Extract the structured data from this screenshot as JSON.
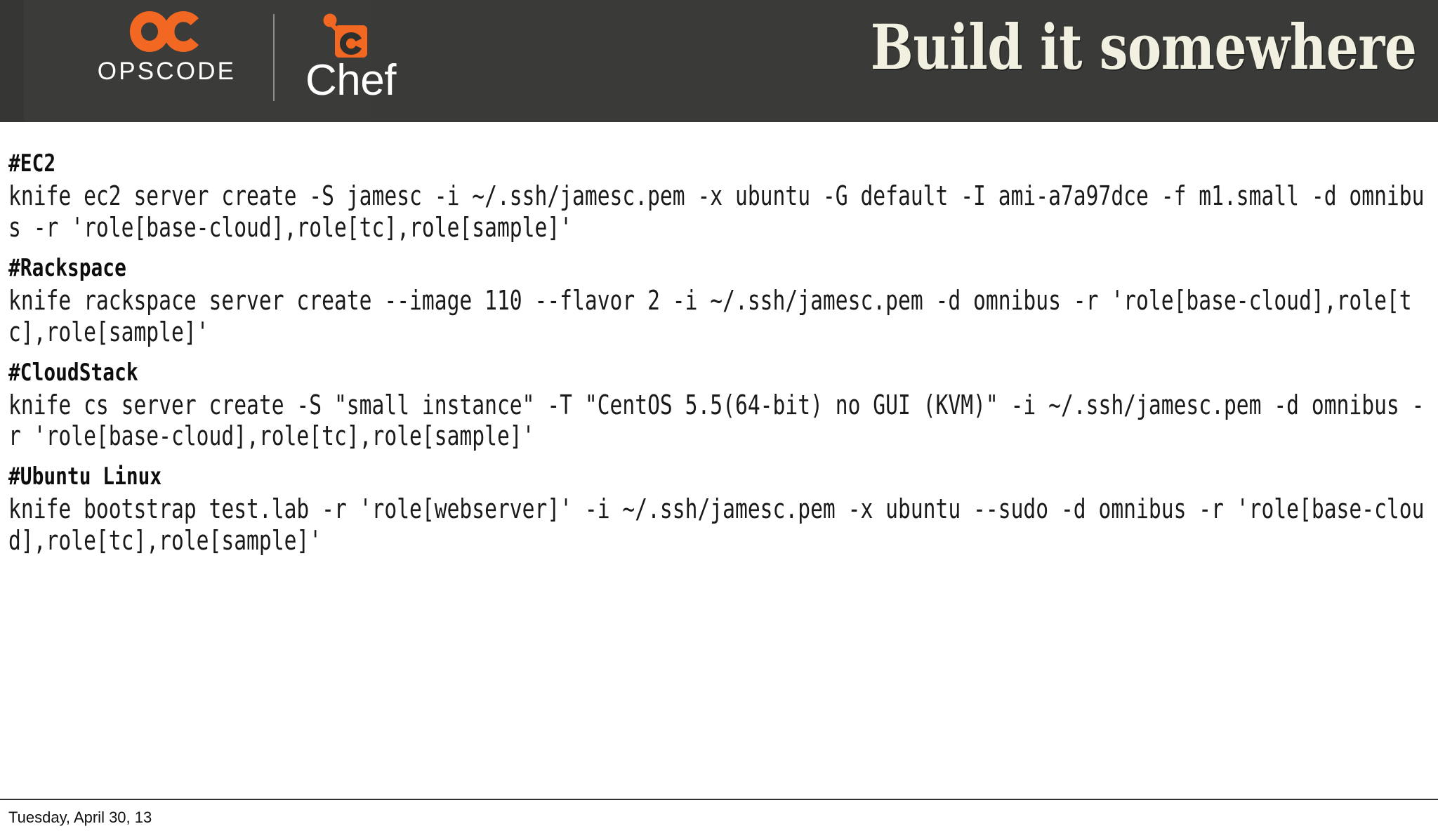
{
  "slide": {
    "title": "Build it somewhere",
    "background_color": "#ffffff",
    "header_color": "#3b3b39",
    "title_color": "#f2f0e0",
    "brand_accent_color": "#f26722"
  },
  "brand": {
    "opscode": {
      "wordmark": "OPSCODE",
      "mark_name": "opscode-oc-mark"
    },
    "divider": "|",
    "chef": {
      "wordmark": "Chef",
      "mark_name": "chef-c-mark"
    }
  },
  "content": {
    "blocks": [
      {
        "heading": "#EC2",
        "command": "knife ec2 server create -S jamesc -i ~/.ssh/jamesc.pem -x ubuntu -G default -I ami-a7a97dce -f m1.small -d omnibus -r 'role[base-cloud],role[tc],role[sample]'"
      },
      {
        "heading": "#Rackspace",
        "command": "knife rackspace server create --image 110 --flavor 2 -i ~/.ssh/jamesc.pem -d omnibus -r 'role[base-cloud],role[tc],role[sample]'"
      },
      {
        "heading": "#CloudStack",
        "command": "knife cs server create -S \"small instance\" -T \"CentOS 5.5(64-bit) no GUI (KVM)\" -i ~/.ssh/jamesc.pem -d omnibus -r 'role[base-cloud],role[tc],role[sample]'"
      },
      {
        "heading": "#Ubuntu Linux",
        "command": "knife bootstrap test.lab -r 'role[webserver]' -i ~/.ssh/jamesc.pem -x ubuntu --sudo -d omnibus -r 'role[base-cloud],role[tc],role[sample]'"
      }
    ]
  },
  "footer": {
    "date": "Tuesday, April 30, 13"
  }
}
